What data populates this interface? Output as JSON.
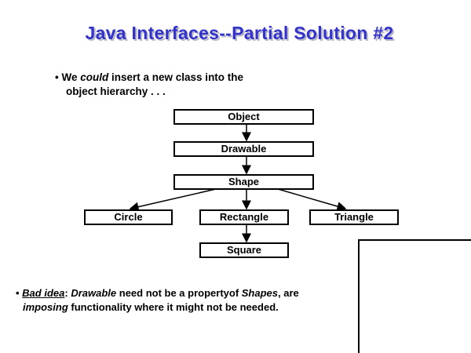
{
  "title": "Java Interfaces--Partial Solution #2",
  "bullet1": {
    "pre": "We ",
    "em": "could",
    "post": " insert a new class into the",
    "line2": "object hierarchy . . ."
  },
  "diagram": {
    "object": "Object",
    "drawable": "Drawable",
    "shape": "Shape",
    "circle": "Circle",
    "rectangle": "Rectangle",
    "triangle": "Triangle",
    "square": "Square"
  },
  "bullet2": {
    "bad": "Bad idea",
    ":": ":",
    "drawable": "Drawable",
    "mid": " need not be a propertyof ",
    "shapes": "Shapes",
    "end": ", are",
    "imposing": "imposing",
    "line2": " functionality where it might not be needed."
  }
}
